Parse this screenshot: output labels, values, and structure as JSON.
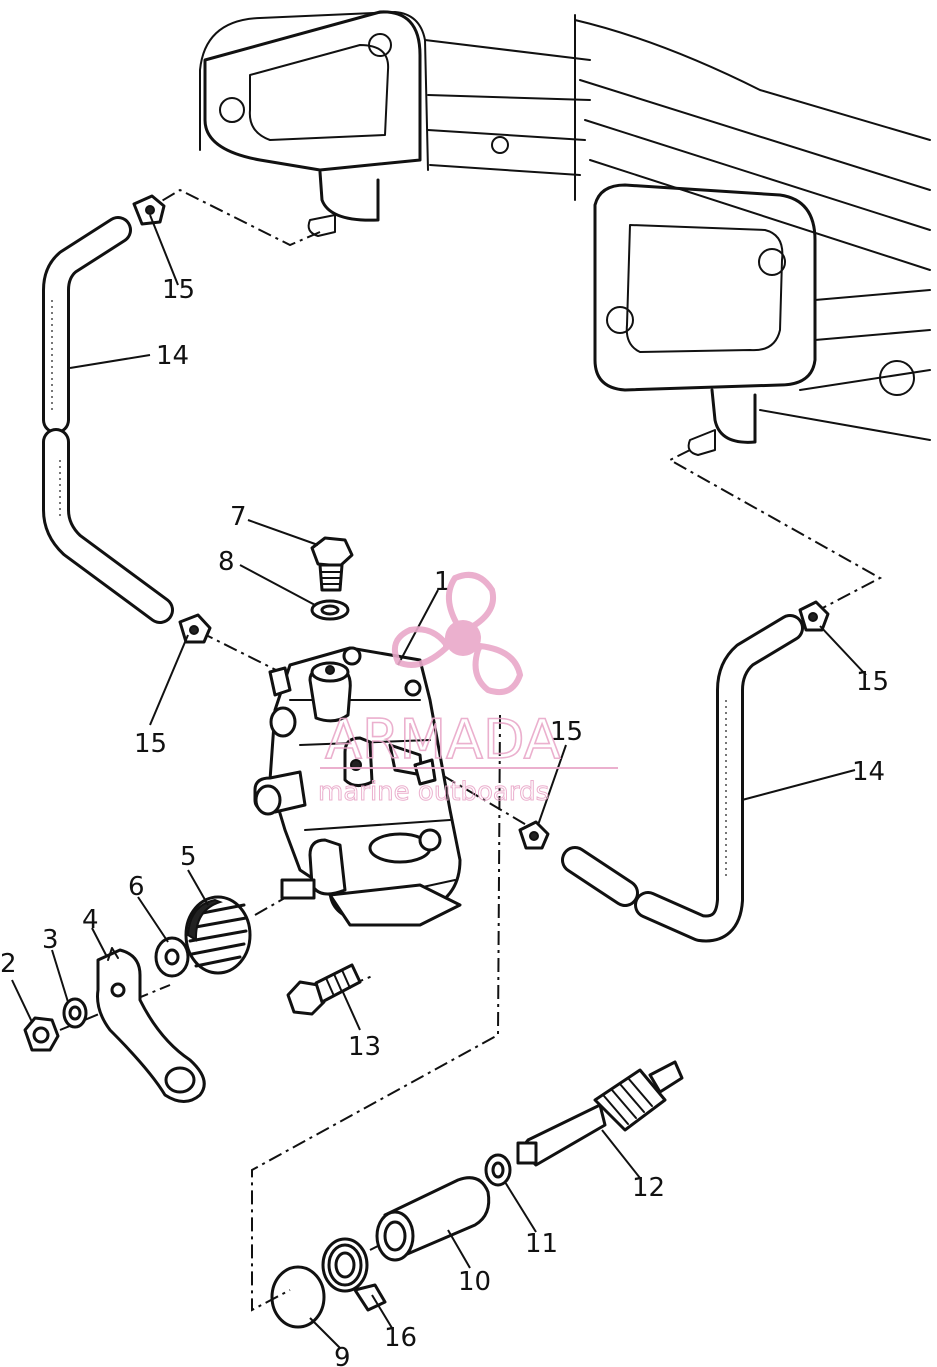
{
  "callouts": [
    {
      "id": "1",
      "label": "1"
    },
    {
      "id": "2",
      "label": "2"
    },
    {
      "id": "3",
      "label": "3"
    },
    {
      "id": "4",
      "label": "4"
    },
    {
      "id": "5",
      "label": "5"
    },
    {
      "id": "6",
      "label": "6"
    },
    {
      "id": "7",
      "label": "7"
    },
    {
      "id": "8",
      "label": "8"
    },
    {
      "id": "9",
      "label": "9"
    },
    {
      "id": "10",
      "label": "10"
    },
    {
      "id": "11",
      "label": "11"
    },
    {
      "id": "12",
      "label": "12"
    },
    {
      "id": "13",
      "label": "13"
    },
    {
      "id": "14a",
      "label": "14"
    },
    {
      "id": "14b",
      "label": "14"
    },
    {
      "id": "15a",
      "label": "15"
    },
    {
      "id": "15b",
      "label": "15"
    },
    {
      "id": "15c",
      "label": "15"
    },
    {
      "id": "15d",
      "label": "15"
    },
    {
      "id": "16",
      "label": "16"
    }
  ],
  "watermark": {
    "brand": "ARMADA",
    "tagline": "marine outboards",
    "color": "#e9a8c9"
  }
}
